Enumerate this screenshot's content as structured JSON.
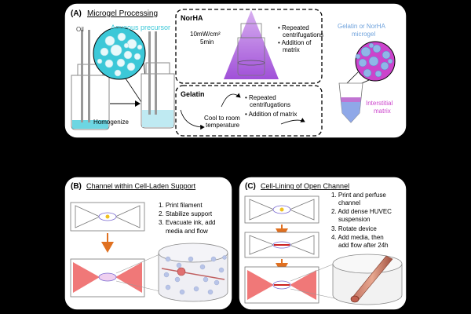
{
  "panel_a": {
    "label": "(A)",
    "title": "Microgel Processing",
    "oil": "Oil",
    "aqueous_precursor": "Aqueous precursor",
    "homogenize": "Homogenize",
    "norha": {
      "title": "NorHA",
      "intensity": "10mW/cm²",
      "duration": "5min",
      "bullets": [
        "Repeated",
        "centrifugations",
        "Addition of",
        "matrix"
      ]
    },
    "gelatin": {
      "title": "Gelatin",
      "cool_line1": "Cool to room",
      "cool_line2": "temperature",
      "bullet1_line1": "Repeated",
      "bullet1_line2": "centrifugations",
      "bullet2": "Addition of matrix"
    },
    "microgel_label_line1": "Gelatin or NorHA",
    "microgel_label_line2": "microgel",
    "interstitial_line1": "Interstitial",
    "interstitial_line2": "matrix"
  },
  "panel_b": {
    "label": "(B)",
    "title": "Channel within Cell-Laden Support",
    "steps": [
      "1. Print filament",
      "2. Stabilize support",
      "3. Evacuate ink, add",
      "media and flow"
    ]
  },
  "panel_c": {
    "label": "(C)",
    "title": "Cell-Lining of Open Channel",
    "steps": [
      "1. Print and perfuse",
      "channel",
      "2. Add dense HUVEC",
      "suspension",
      "3. Rotate device",
      "4. Add media, then",
      "add flow after 24h"
    ]
  },
  "colors": {
    "aqueous_cyan": "#3cc8d8",
    "microgel_blue": "#7fa9e0",
    "interstitial_magenta": "#cc44cc",
    "light_purple": "#b070e0",
    "channel_red": "#f07878",
    "arrow_orange": "#e07020"
  }
}
